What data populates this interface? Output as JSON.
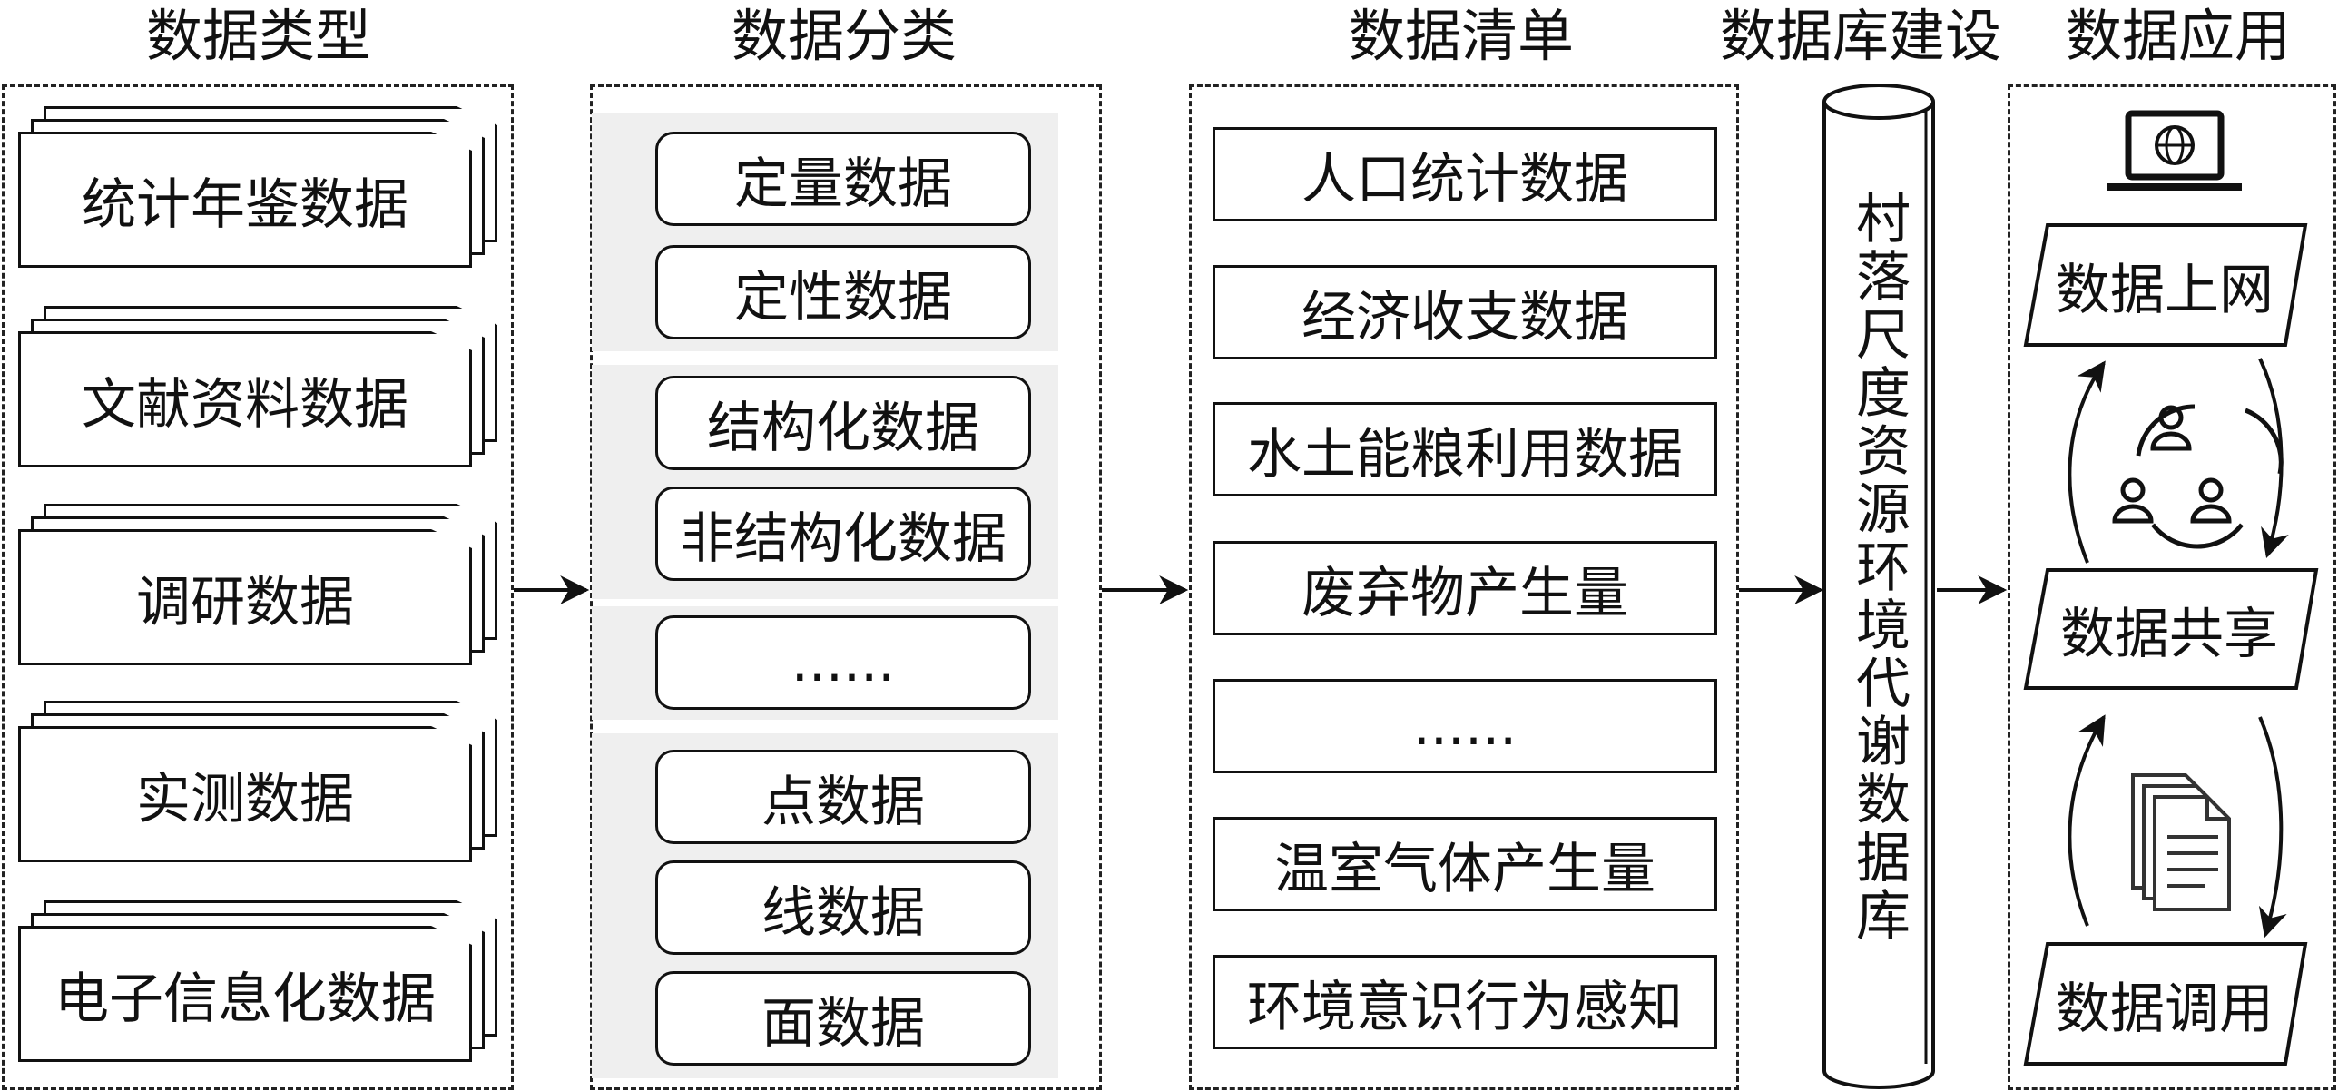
{
  "headers": {
    "types": "数据类型",
    "classify": "数据分类",
    "inventory": "数据清单",
    "database": "数据库建设",
    "application": "数据应用"
  },
  "data_types": [
    "统计年鉴数据",
    "文献资料数据",
    "调研数据",
    "实测数据",
    "电子信息化数据"
  ],
  "classification": {
    "group1": [
      "定量数据",
      "定性数据"
    ],
    "group2": [
      "结构化数据",
      "非结构化数据"
    ],
    "group3": [
      "......"
    ],
    "group4": [
      "点数据",
      "线数据",
      "面数据"
    ]
  },
  "inventory": [
    "人口统计数据",
    "经济收支数据",
    "水土能粮利用数据",
    "废弃物产生量",
    "......",
    "温室气体产生量",
    "环境意识行为感知"
  ],
  "database": "村落尺度资源环境代谢数据库",
  "applications": [
    "数据上网",
    "数据共享",
    "数据调用"
  ],
  "icons": [
    "laptop-globe-icon",
    "people-network-icon",
    "documents-icon"
  ]
}
